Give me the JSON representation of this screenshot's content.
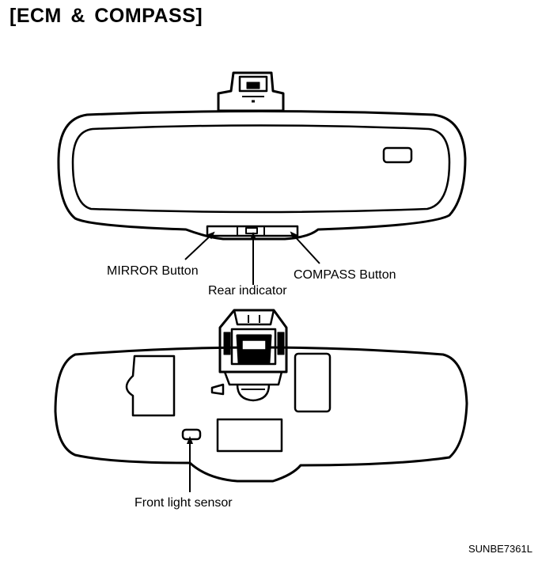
{
  "title": "[ECM & COMPASS]",
  "labels": {
    "mirror_button": "MIRROR Button",
    "rear_indicator": "Rear indicator",
    "compass_button": "COMPASS Button",
    "front_light_sensor": "Front light sensor"
  },
  "figure_code": "SUNBE7361L"
}
